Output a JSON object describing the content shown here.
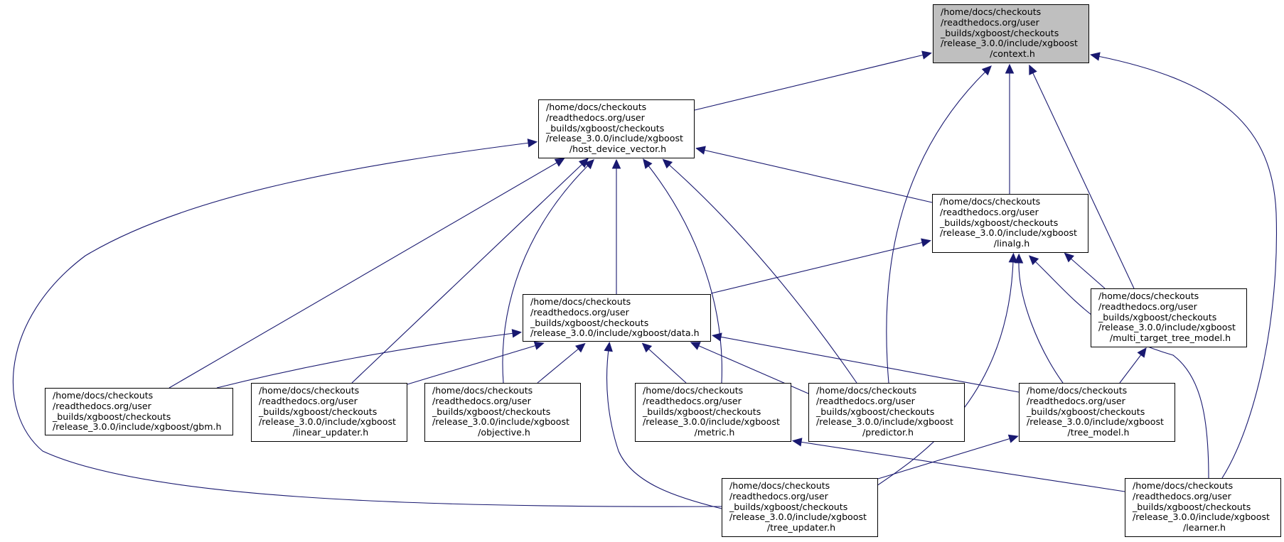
{
  "colors": {
    "edge": "#191970",
    "root_fill": "#bfbfbf",
    "node_fill": "#ffffff"
  },
  "nodes": {
    "context": {
      "lines": [
        "/home/docs/checkouts",
        "/readthedocs.org/user",
        "_builds/xgboost/checkouts",
        "/release_3.0.0/include/xgboost",
        "/context.h"
      ]
    },
    "hdv": {
      "lines": [
        "/home/docs/checkouts",
        "/readthedocs.org/user",
        "_builds/xgboost/checkouts",
        "/release_3.0.0/include/xgboost",
        "/host_device_vector.h"
      ]
    },
    "linalg": {
      "lines": [
        "/home/docs/checkouts",
        "/readthedocs.org/user",
        "_builds/xgboost/checkouts",
        "/release_3.0.0/include/xgboost",
        "/linalg.h"
      ]
    },
    "data": {
      "lines": [
        "/home/docs/checkouts",
        "/readthedocs.org/user",
        "_builds/xgboost/checkouts",
        "/release_3.0.0/include/xgboost/data.h"
      ]
    },
    "mttm": {
      "lines": [
        "/home/docs/checkouts",
        "/readthedocs.org/user",
        "_builds/xgboost/checkouts",
        "/release_3.0.0/include/xgboost",
        "/multi_target_tree_model.h"
      ]
    },
    "gbm": {
      "lines": [
        "/home/docs/checkouts",
        "/readthedocs.org/user",
        "_builds/xgboost/checkouts",
        "/release_3.0.0/include/xgboost/gbm.h"
      ]
    },
    "linear": {
      "lines": [
        "/home/docs/checkouts",
        "/readthedocs.org/user",
        "_builds/xgboost/checkouts",
        "/release_3.0.0/include/xgboost",
        "/linear_updater.h"
      ]
    },
    "objective": {
      "lines": [
        "/home/docs/checkouts",
        "/readthedocs.org/user",
        "_builds/xgboost/checkouts",
        "/release_3.0.0/include/xgboost",
        "/objective.h"
      ]
    },
    "metric": {
      "lines": [
        "/home/docs/checkouts",
        "/readthedocs.org/user",
        "_builds/xgboost/checkouts",
        "/release_3.0.0/include/xgboost",
        "/metric.h"
      ]
    },
    "predictor": {
      "lines": [
        "/home/docs/checkouts",
        "/readthedocs.org/user",
        "_builds/xgboost/checkouts",
        "/release_3.0.0/include/xgboost",
        "/predictor.h"
      ]
    },
    "treemodel": {
      "lines": [
        "/home/docs/checkouts",
        "/readthedocs.org/user",
        "_builds/xgboost/checkouts",
        "/release_3.0.0/include/xgboost",
        "/tree_model.h"
      ]
    },
    "updater": {
      "lines": [
        "/home/docs/checkouts",
        "/readthedocs.org/user",
        "_builds/xgboost/checkouts",
        "/release_3.0.0/include/xgboost",
        "/tree_updater.h"
      ]
    },
    "learner": {
      "lines": [
        "/home/docs/checkouts",
        "/readthedocs.org/user",
        "_builds/xgboost/checkouts",
        "/release_3.0.0/include/xgboost",
        "/learner.h"
      ]
    }
  },
  "edges": [
    [
      "hdv",
      "context"
    ],
    [
      "linalg",
      "context"
    ],
    [
      "mttm",
      "context"
    ],
    [
      "predictor",
      "context"
    ],
    [
      "learner",
      "context"
    ],
    [
      "linalg",
      "hdv"
    ],
    [
      "data",
      "hdv"
    ],
    [
      "gbm",
      "hdv"
    ],
    [
      "linear",
      "hdv"
    ],
    [
      "objective",
      "hdv"
    ],
    [
      "metric",
      "hdv"
    ],
    [
      "predictor",
      "hdv"
    ],
    [
      "updater",
      "hdv"
    ],
    [
      "data",
      "linalg"
    ],
    [
      "mttm",
      "linalg"
    ],
    [
      "treemodel",
      "linalg"
    ],
    [
      "updater",
      "linalg"
    ],
    [
      "learner",
      "linalg"
    ],
    [
      "gbm",
      "data"
    ],
    [
      "linear",
      "data"
    ],
    [
      "objective",
      "data"
    ],
    [
      "metric",
      "data"
    ],
    [
      "predictor",
      "data"
    ],
    [
      "treemodel",
      "data"
    ],
    [
      "updater",
      "data"
    ],
    [
      "treemodel",
      "mttm"
    ],
    [
      "updater",
      "treemodel"
    ],
    [
      "learner",
      "metric"
    ]
  ]
}
